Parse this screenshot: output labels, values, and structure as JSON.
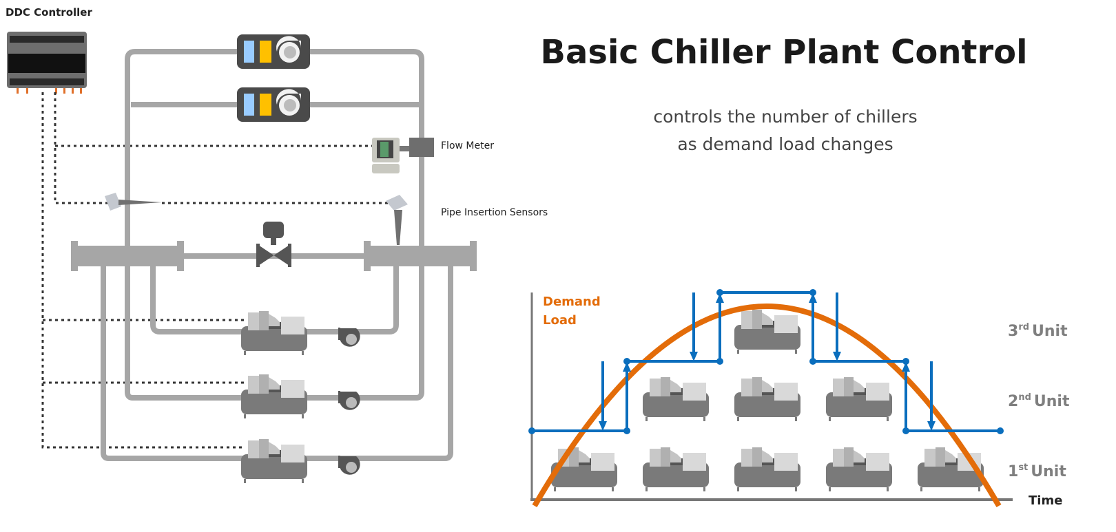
{
  "labels": {
    "controller": "DDC Controller",
    "flow_meter": "Flow Meter",
    "sensors": "Pipe Insertion Sensors"
  },
  "header": {
    "title": "Basic Chiller Plant Control",
    "subtitle_line1": "controls the number of chillers",
    "subtitle_line2": "as demand load changes"
  },
  "staging_chart": {
    "y_label_line1": "Demand",
    "y_label_line2": "Load",
    "x_label": "Time",
    "units": [
      {
        "num": "3",
        "sup": "rd",
        "word": "Unit"
      },
      {
        "num": "2",
        "sup": "nd",
        "word": "Unit"
      },
      {
        "num": "1",
        "sup": "st",
        "word": "Unit"
      }
    ]
  },
  "colors": {
    "demand_curve": "#e36c09",
    "staging_line": "#0a6ebd",
    "pipe": "#a6a6a6",
    "coil_cool": "#99ccff",
    "coil_heat": "#ffc000"
  }
}
